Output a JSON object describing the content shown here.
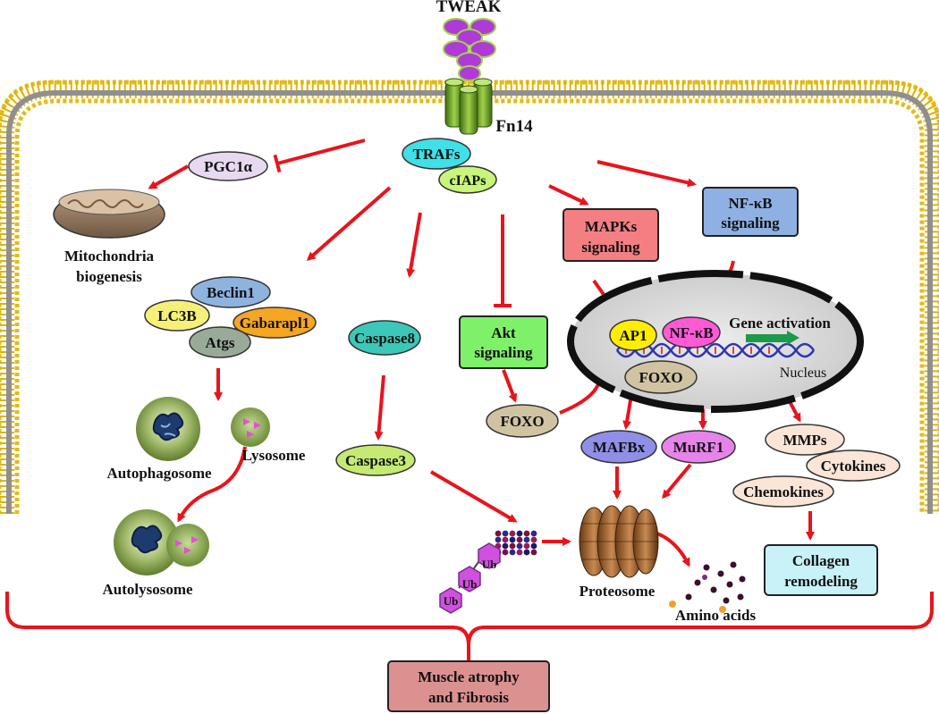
{
  "ligand": "TWEAK",
  "receptor": "Fn14",
  "adaptors": {
    "trafs": "TRAFs",
    "ciaps": "cIAPs"
  },
  "mitochondria": {
    "pgc": "PGC1α",
    "label_line1": "Mitochondria",
    "label_line2": "biogenesis"
  },
  "autophagy": {
    "beclin": "Beclin1",
    "lc3b": "LC3B",
    "gabarap": "Gabarapl1",
    "atgs": "Atgs",
    "autophagosome": "Autophagosome",
    "lysosome": "Lysosome",
    "autolysosome": "Autolysosome"
  },
  "apoptosis": {
    "caspase8": "Caspase8",
    "caspase3": "Caspase3"
  },
  "akt": {
    "line1": "Akt",
    "line2": "signaling",
    "foxo": "FOXO"
  },
  "mapk": {
    "line1": "MAPKs",
    "line2": "signaling"
  },
  "nfkb": {
    "line1": "NF-κB",
    "line2": "signaling"
  },
  "nucleus": {
    "label": "Nucleus",
    "ap1": "AP1",
    "nfkb": "NF-κB",
    "gene_activation": "Gene activation",
    "foxo": "FOXO"
  },
  "ubiquitin_ligases": {
    "mafbx": "MAFBx",
    "murf1": "MuRF1"
  },
  "ubiquitin": [
    "Ub",
    "Ub",
    "Ub"
  ],
  "proteasome": "Proteosome",
  "amino_acids": "Amino acids",
  "inflammation": {
    "mmps": "MMPs",
    "cytokines": "Cytokines",
    "chemokines": "Chemokines",
    "collagen_line1": "Collagen",
    "collagen_line2": "remodeling"
  },
  "outcome": {
    "line1": "Muscle atrophy",
    "line2": "and Fibrosis"
  },
  "colors": {
    "arrow": "#e8141c",
    "trafs": "#3fe0e6",
    "ciaps": "#c8f57a",
    "pgc": "#e6d9f0",
    "beclin": "#8fb3df",
    "lc3b": "#f5f07a",
    "gabarap": "#f5a623",
    "atgs": "#9aaa98",
    "caspase8": "#3cc8b8",
    "caspase3": "#c4ea74",
    "akt": "#7ff06a",
    "mapk": "#f47f83",
    "nfkb_box": "#8fb0e2",
    "nucleus_fill": "#d7d7d7",
    "ap1": "#ffee00",
    "nfkb_nuc": "#ff5ad6",
    "foxo": "#cfc3a2",
    "mafbx": "#8f8fe8",
    "murf1": "#e684ea",
    "cream": "#fbe5d6",
    "collagen": "#c8f2f8",
    "outcome": "#dc9191"
  }
}
